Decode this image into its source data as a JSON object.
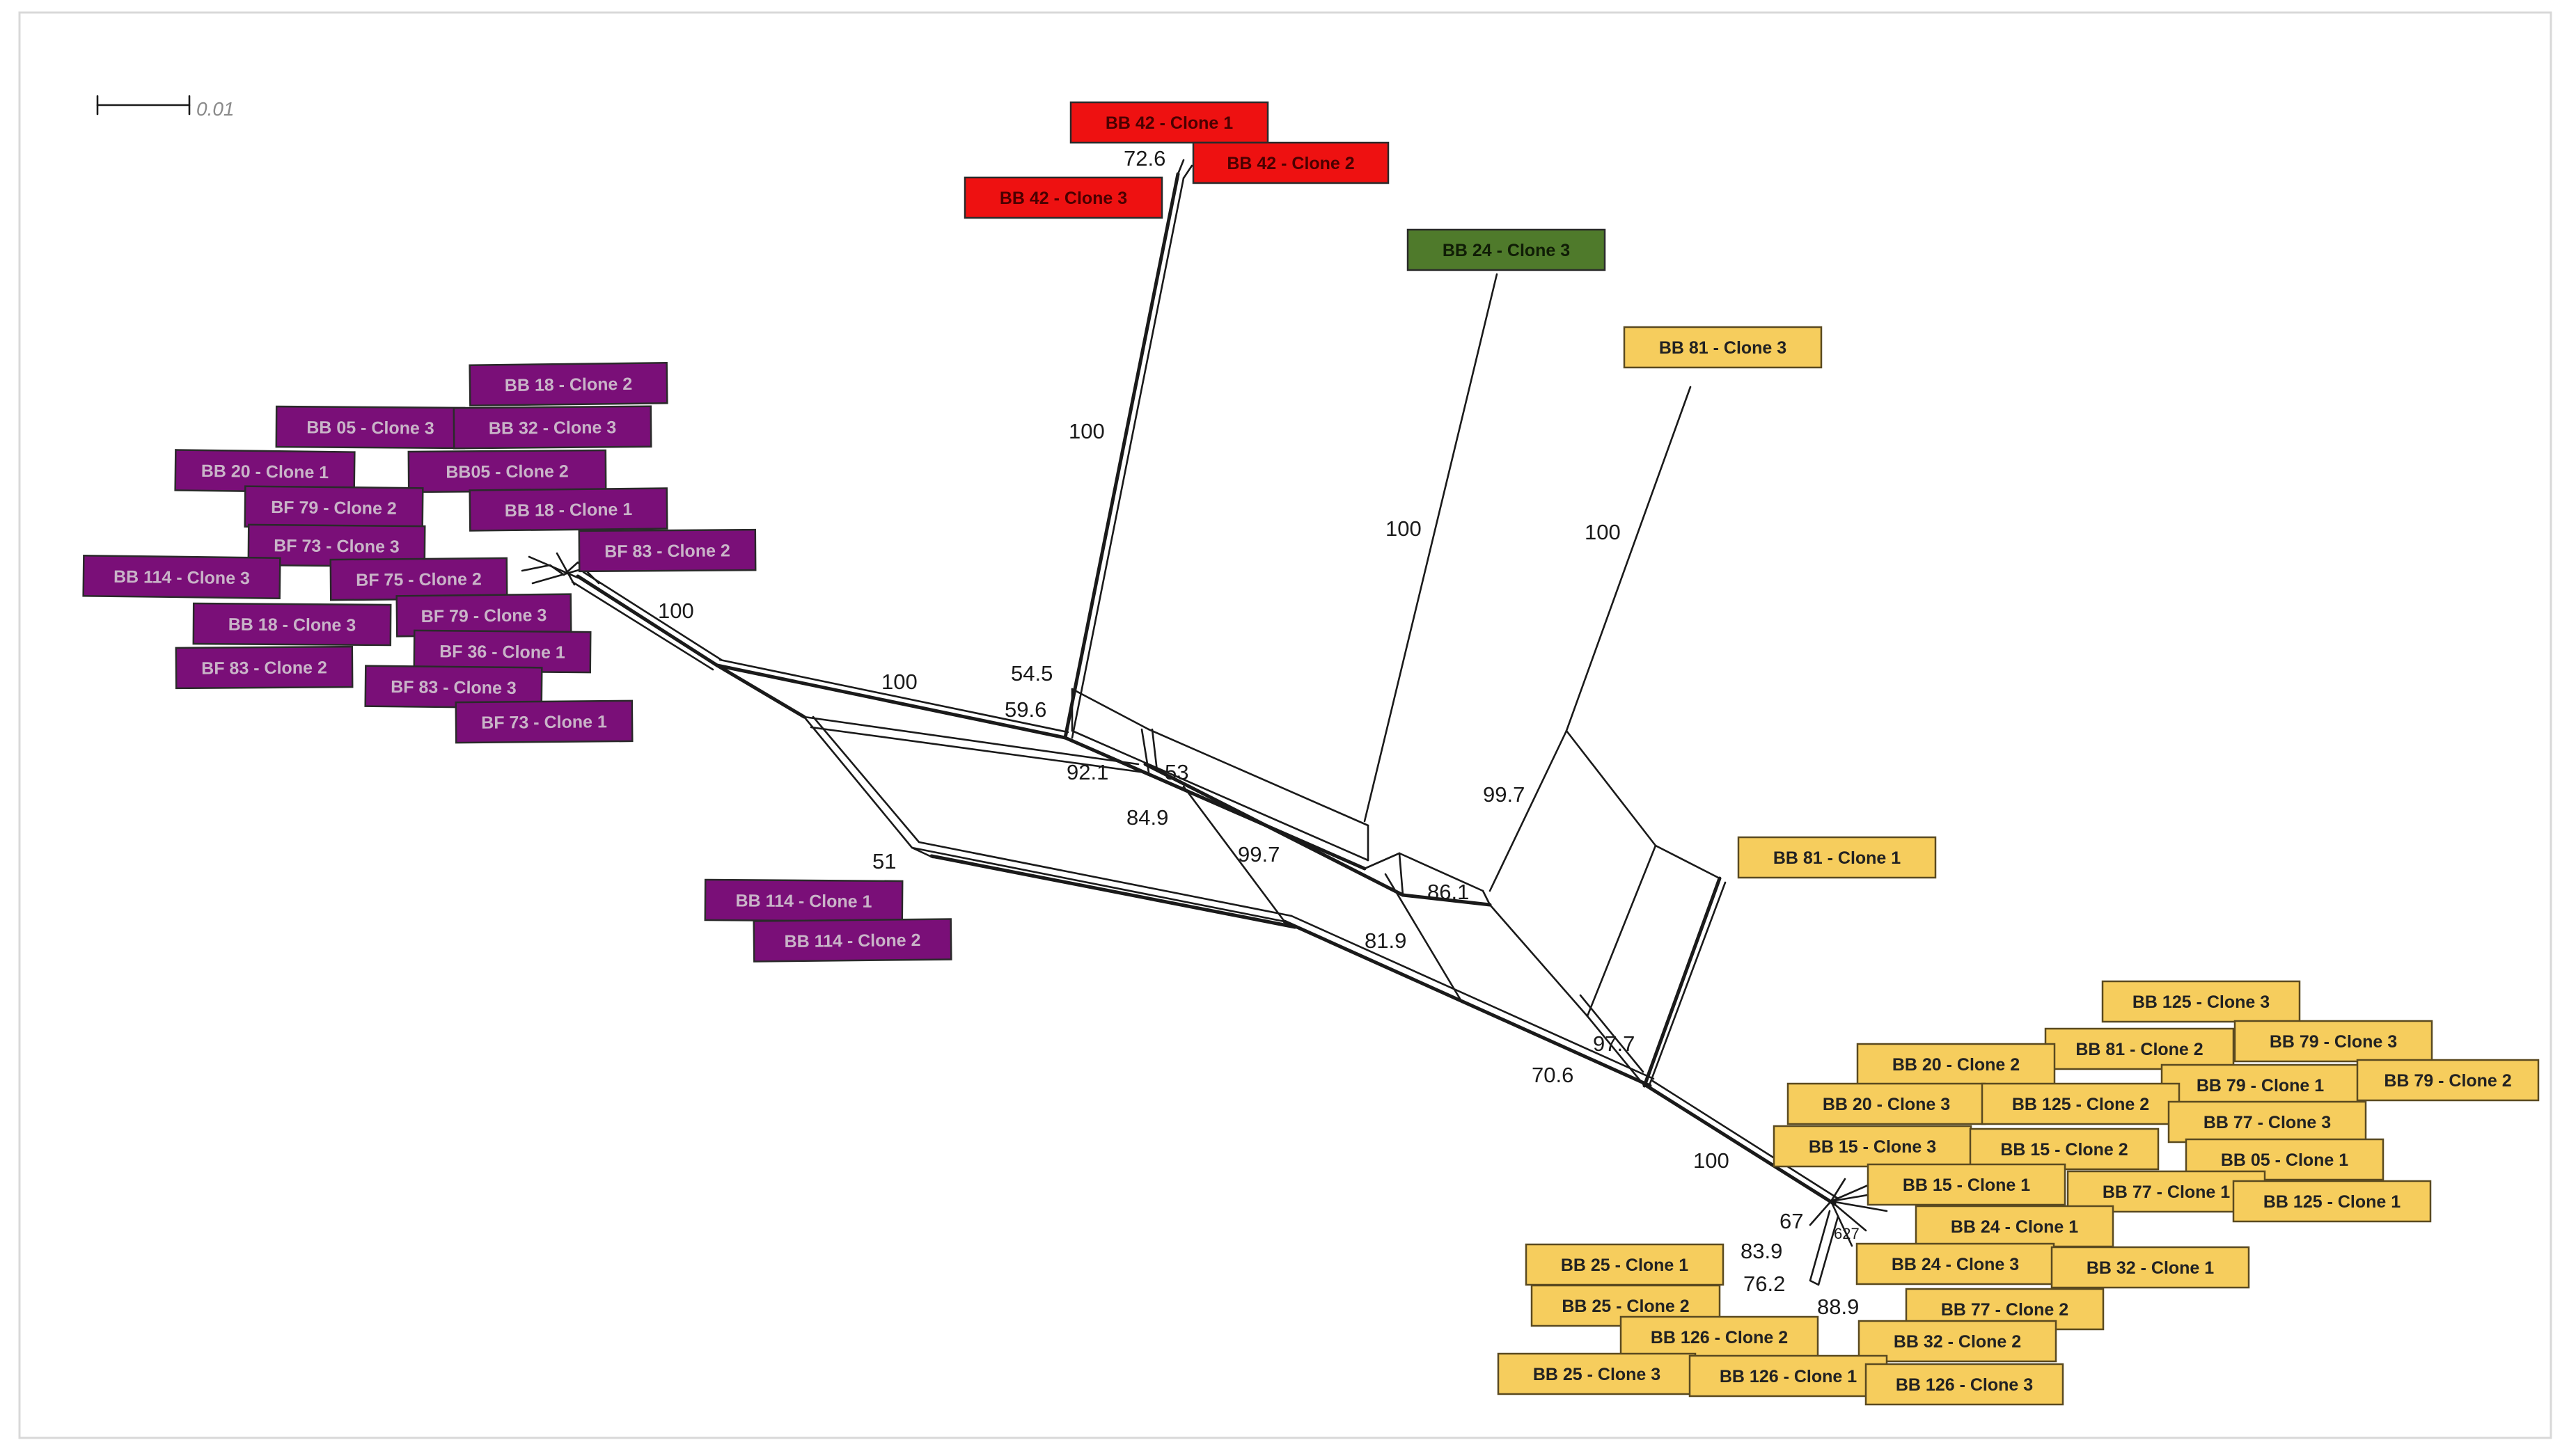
{
  "colors": {
    "purple": "#7a0f78",
    "red": "#ee1111",
    "green": "#4f7a2b",
    "yellow": "#f6cd5d",
    "purple_text": "#c9b4c8",
    "red_text": "#4a0000",
    "green_text": "#101d06",
    "yellow_text": "#222222"
  },
  "scale_bar": {
    "label": "0.01"
  },
  "bootstraps": [
    "72.6",
    "100",
    "100",
    "100",
    "100",
    "100",
    "54.5",
    "59.6",
    "92.1",
    "53",
    "84.9",
    "99.7",
    "99.7",
    "86.1",
    "81.9",
    "97.7",
    "70.6",
    "51",
    "100",
    "67",
    "627",
    "83.9",
    "76.2",
    "88.9"
  ],
  "taxa": [
    {
      "text": "BB 42 - Clone 1",
      "group": "red"
    },
    {
      "text": "BB 42 - Clone 2",
      "group": "red"
    },
    {
      "text": "BB 42 - Clone 3",
      "group": "red"
    },
    {
      "text": "BB 24 - Clone 3",
      "group": "green"
    },
    {
      "text": "BB 81 - Clone 3",
      "group": "yellow"
    },
    {
      "text": "BB 18 - Clone 2",
      "group": "purple"
    },
    {
      "text": "BB 05 - Clone 3",
      "group": "purple"
    },
    {
      "text": "BB 32 - Clone 3",
      "group": "purple"
    },
    {
      "text": "BB 20 - Clone 1",
      "group": "purple"
    },
    {
      "text": "BB05 - Clone 2",
      "group": "purple"
    },
    {
      "text": "BF 79 - Clone 2",
      "group": "purple"
    },
    {
      "text": "BB 18 - Clone 1",
      "group": "purple"
    },
    {
      "text": "BF 73 - Clone 3",
      "group": "purple"
    },
    {
      "text": "BF 83 - Clone 2",
      "group": "purple"
    },
    {
      "text": "BB 114 - Clone 3",
      "group": "purple"
    },
    {
      "text": "BF 75 - Clone 2",
      "group": "purple"
    },
    {
      "text": "BB 18 - Clone 3",
      "group": "purple"
    },
    {
      "text": "BF 79 - Clone 3",
      "group": "purple"
    },
    {
      "text": "BF 36 - Clone 1",
      "group": "purple"
    },
    {
      "text": "BF 83 - Clone 2",
      "group": "purple"
    },
    {
      "text": "BF 83 - Clone 3",
      "group": "purple"
    },
    {
      "text": "BF 73 - Clone 1",
      "group": "purple"
    },
    {
      "text": "BB 114 - Clone 1",
      "group": "purple"
    },
    {
      "text": "BB 114 - Clone 2",
      "group": "purple"
    },
    {
      "text": "BB 81 - Clone 1",
      "group": "yellow"
    },
    {
      "text": "BB 125 - Clone 3",
      "group": "yellow"
    },
    {
      "text": "BB 81 - Clone 2",
      "group": "yellow"
    },
    {
      "text": "BB 79 - Clone 3",
      "group": "yellow"
    },
    {
      "text": "BB 20 - Clone 2",
      "group": "yellow"
    },
    {
      "text": "BB 79 - Clone 1",
      "group": "yellow"
    },
    {
      "text": "BB 79 - Clone 2",
      "group": "yellow"
    },
    {
      "text": "BB 20 - Clone 3",
      "group": "yellow"
    },
    {
      "text": "BB 125 - Clone 2",
      "group": "yellow"
    },
    {
      "text": "BB 77 - Clone 3",
      "group": "yellow"
    },
    {
      "text": "BB 15 - Clone 3",
      "group": "yellow"
    },
    {
      "text": "BB 15 - Clone 2",
      "group": "yellow"
    },
    {
      "text": "BB 05 - Clone 1",
      "group": "yellow"
    },
    {
      "text": "BB 15 - Clone 1",
      "group": "yellow"
    },
    {
      "text": "BB 77 - Clone 1",
      "group": "yellow"
    },
    {
      "text": "BB 125 - Clone 1",
      "group": "yellow"
    },
    {
      "text": "BB 24 - Clone 1",
      "group": "yellow"
    },
    {
      "text": "BB 25 - Clone 1",
      "group": "yellow"
    },
    {
      "text": "BB 24 - Clone 3",
      "group": "yellow"
    },
    {
      "text": "BB 32 - Clone 1",
      "group": "yellow"
    },
    {
      "text": "BB 25 - Clone 2",
      "group": "yellow"
    },
    {
      "text": "BB 77 - Clone 2",
      "group": "yellow"
    },
    {
      "text": "BB 126 - Clone 2",
      "group": "yellow"
    },
    {
      "text": "BB 32 - Clone 2",
      "group": "yellow"
    },
    {
      "text": "BB 25 - Clone 3",
      "group": "yellow"
    },
    {
      "text": "BB 126 - Clone 1",
      "group": "yellow"
    },
    {
      "text": "BB 126 - Clone 3",
      "group": "yellow"
    }
  ]
}
